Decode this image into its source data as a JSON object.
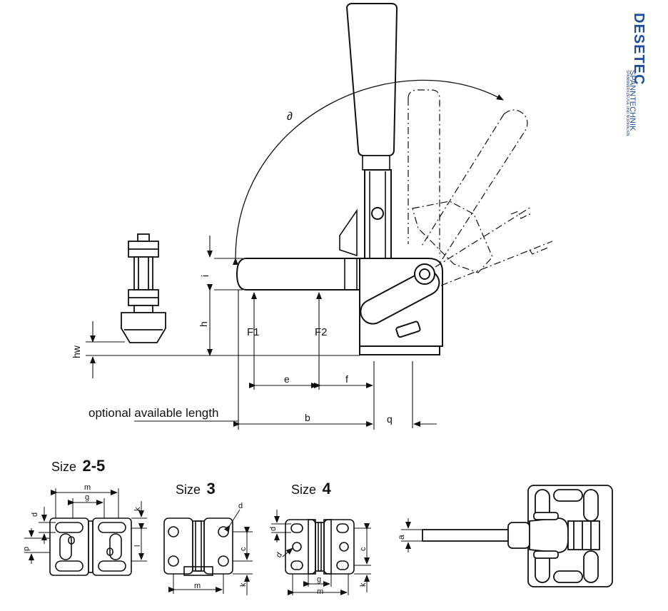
{
  "logo": {
    "brand": "DESETEC",
    "tagline": "SPANNTECHNIK",
    "subline": "SPANNWERKZEUGE UND NORMALIEN"
  },
  "main_view": {
    "angle_symbol": "∂",
    "dim_i": "i",
    "dim_h": "h",
    "dim_hw": "hw",
    "force_1": "F1",
    "force_2": "F2",
    "dim_e": "e",
    "dim_f": "f",
    "dim_b": "b",
    "dim_q": "q",
    "optional_note": "optional available length"
  },
  "size_25": {
    "prefix": "Size",
    "value": "2-5",
    "m": "m",
    "g": "g",
    "d": "d",
    "k": "k",
    "p": "p",
    "l": "l"
  },
  "size_3": {
    "prefix": "Size",
    "value": "3",
    "d": "d",
    "c": "c",
    "m": "m",
    "k": "k"
  },
  "size_4": {
    "prefix": "Size",
    "value": "4",
    "d": "d",
    "d2": "d",
    "c": "c",
    "g": "g",
    "m": "m",
    "k": "k"
  },
  "top_view": {
    "a": "a"
  }
}
